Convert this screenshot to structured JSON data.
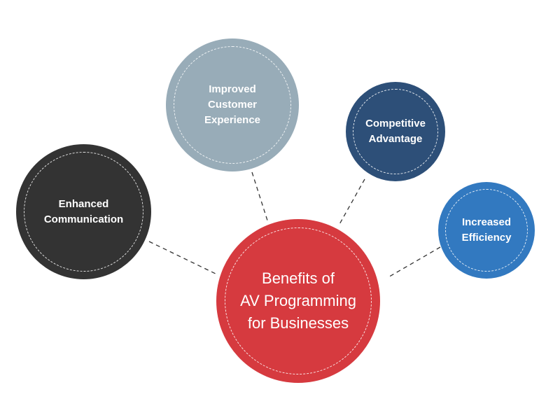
{
  "diagram": {
    "center": {
      "label": "Benefits of\nAV Programming\nfor Businesses",
      "color": "#d63a3f"
    },
    "nodes": {
      "customer": {
        "label": "Improved\nCustomer\nExperience",
        "color": "#98acb8"
      },
      "competitive": {
        "label": "Competitive\nAdvantage",
        "color": "#2d4f78"
      },
      "communication": {
        "label": "Enhanced\nCommunication",
        "color": "#333333"
      },
      "efficiency": {
        "label": "Increased\nEfficiency",
        "color": "#3279c0"
      }
    },
    "connector_color": "#333333"
  }
}
